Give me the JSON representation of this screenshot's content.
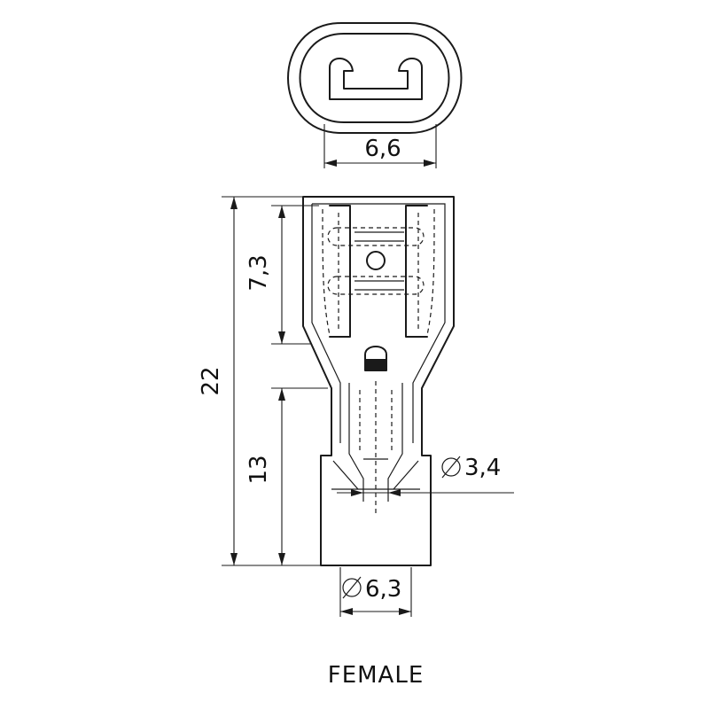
{
  "dimensions": {
    "top_width": "6,6",
    "total_length": "22",
    "contact_length": "7,3",
    "sleeve_length": "13",
    "wire_diameter": "3,4",
    "insulation_diameter": "6,3"
  },
  "symbols": {
    "diameter": "⌀"
  },
  "caption": "FEMALE",
  "colors": {
    "line": "#1a1a1a",
    "background": "#ffffff"
  }
}
